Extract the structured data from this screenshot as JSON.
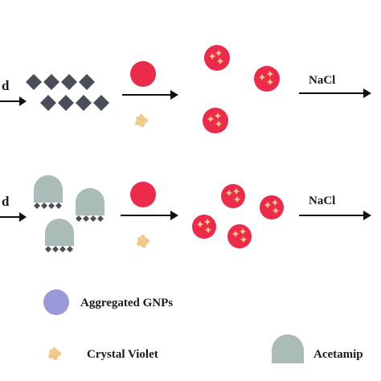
{
  "row1": {
    "left_label": "d",
    "right_label": "NaCl"
  },
  "row2": {
    "left_label": "d",
    "right_label": "NaCl"
  },
  "legend": {
    "aggregated_gnps": "Aggregated GNPs",
    "crystal_violet": "Crystal Violet",
    "acetamiprid": "Acetamip"
  },
  "colors": {
    "gnp_red": "#ec2a4a",
    "gnp_aggregated": "#9a9ad8",
    "crystal_violet": "#f1c98a",
    "acetamiprid": "#a9bcb8",
    "aptamer": "#4a4e58",
    "arrow": "#111111"
  }
}
